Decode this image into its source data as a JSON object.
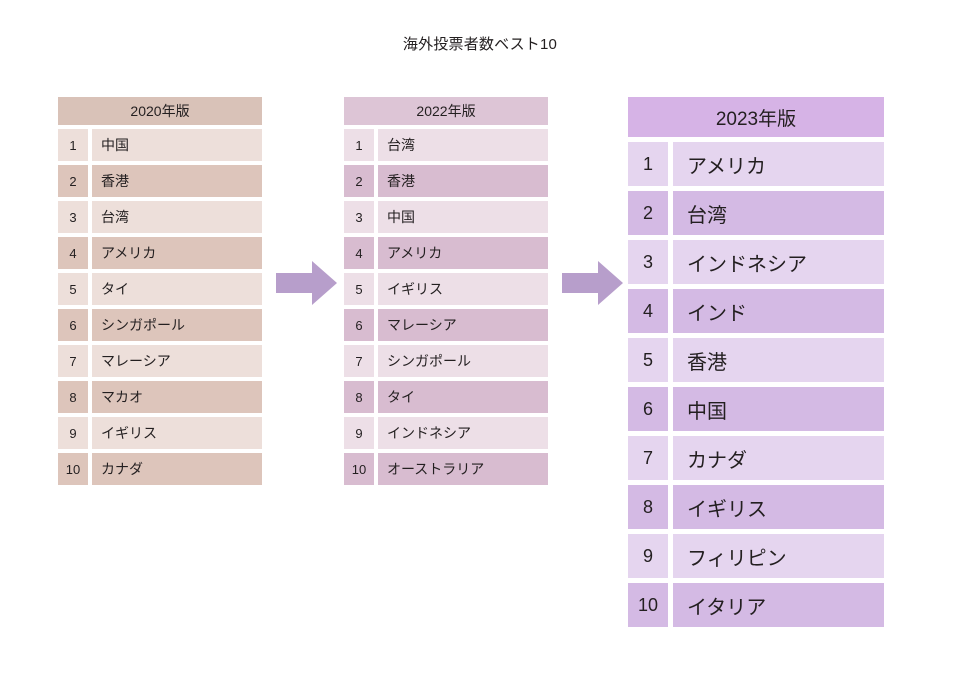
{
  "page": {
    "title": "海外投票者数ベスト10"
  },
  "colors": {
    "table_2020_header": "#d9c2b8",
    "table_2020_row_light": "#eddfda",
    "table_2020_row_dark": "#ddc5bb",
    "table_2022_header": "#ddc5d6",
    "table_2022_row_light": "#eddfe7",
    "table_2022_row_dark": "#d8bcd0",
    "table_2023_header": "#d6b3e6",
    "table_2023_row_light": "#e5d5ef",
    "table_2023_row_dark": "#d4bae4",
    "arrow": "#b79ecb",
    "text": "#231f20",
    "background": "#ffffff"
  },
  "tables": [
    {
      "id": "table-2020",
      "header": "2020年版",
      "rows": [
        {
          "rank": "1",
          "name": "中国"
        },
        {
          "rank": "2",
          "name": "香港"
        },
        {
          "rank": "3",
          "name": "台湾"
        },
        {
          "rank": "4",
          "name": "アメリカ"
        },
        {
          "rank": "5",
          "name": "タイ"
        },
        {
          "rank": "6",
          "name": "シンガポール"
        },
        {
          "rank": "7",
          "name": "マレーシア"
        },
        {
          "rank": "8",
          "name": "マカオ"
        },
        {
          "rank": "9",
          "name": "イギリス"
        },
        {
          "rank": "10",
          "name": "カナダ"
        }
      ]
    },
    {
      "id": "table-2022",
      "header": "2022年版",
      "rows": [
        {
          "rank": "1",
          "name": "台湾"
        },
        {
          "rank": "2",
          "name": "香港"
        },
        {
          "rank": "3",
          "name": "中国"
        },
        {
          "rank": "4",
          "name": "アメリカ"
        },
        {
          "rank": "5",
          "name": "イギリス"
        },
        {
          "rank": "6",
          "name": "マレーシア"
        },
        {
          "rank": "7",
          "name": "シンガポール"
        },
        {
          "rank": "8",
          "name": "タイ"
        },
        {
          "rank": "9",
          "name": "インドネシア"
        },
        {
          "rank": "10",
          "name": "オーストラリア"
        }
      ]
    },
    {
      "id": "table-2023",
      "header": "2023年版",
      "rows": [
        {
          "rank": "1",
          "name": "アメリカ"
        },
        {
          "rank": "2",
          "name": "台湾"
        },
        {
          "rank": "3",
          "name": "インドネシア"
        },
        {
          "rank": "4",
          "name": "インド"
        },
        {
          "rank": "5",
          "name": "香港"
        },
        {
          "rank": "6",
          "name": "中国"
        },
        {
          "rank": "7",
          "name": "カナダ"
        },
        {
          "rank": "8",
          "name": "イギリス"
        },
        {
          "rank": "9",
          "name": "フィリピン"
        },
        {
          "rank": "10",
          "name": "イタリア"
        }
      ]
    }
  ],
  "arrows": [
    {
      "id": "arrow-1",
      "icon": "arrow-right-icon"
    },
    {
      "id": "arrow-2",
      "icon": "arrow-right-icon"
    }
  ]
}
